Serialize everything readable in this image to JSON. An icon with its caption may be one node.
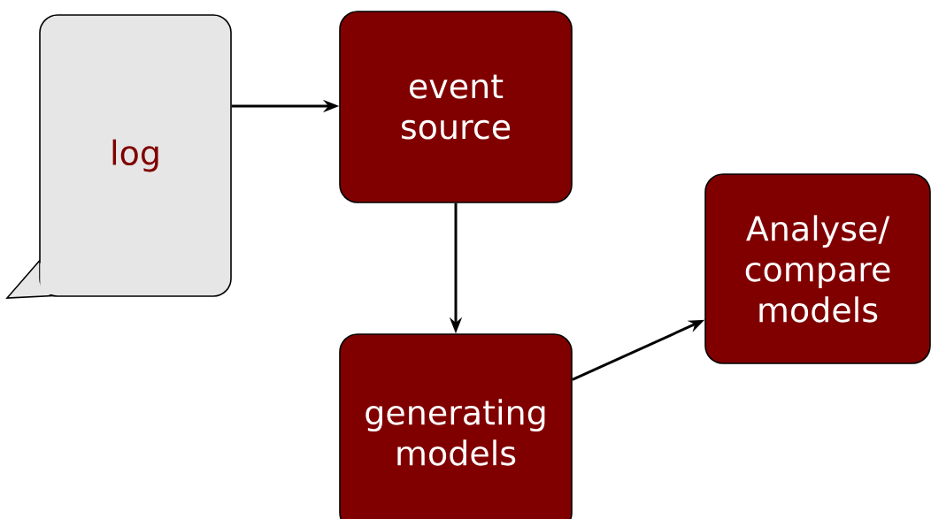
{
  "diagram": {
    "nodes": [
      {
        "text": [
          "log"
        ]
      },
      {
        "text": [
          "event source"
        ]
      },
      {
        "text": [
          "generating models"
        ]
      },
      {
        "text": [
          "Analyse/ compare models"
        ]
      }
    ],
    "edges": [
      {
        "from": 0,
        "to": 1,
        "arrow": "to"
      },
      {
        "from": 1,
        "to": 2,
        "arrow": "to"
      },
      {
        "from": 2,
        "to": 3,
        "arrow": "to"
      }
    ]
  }
}
